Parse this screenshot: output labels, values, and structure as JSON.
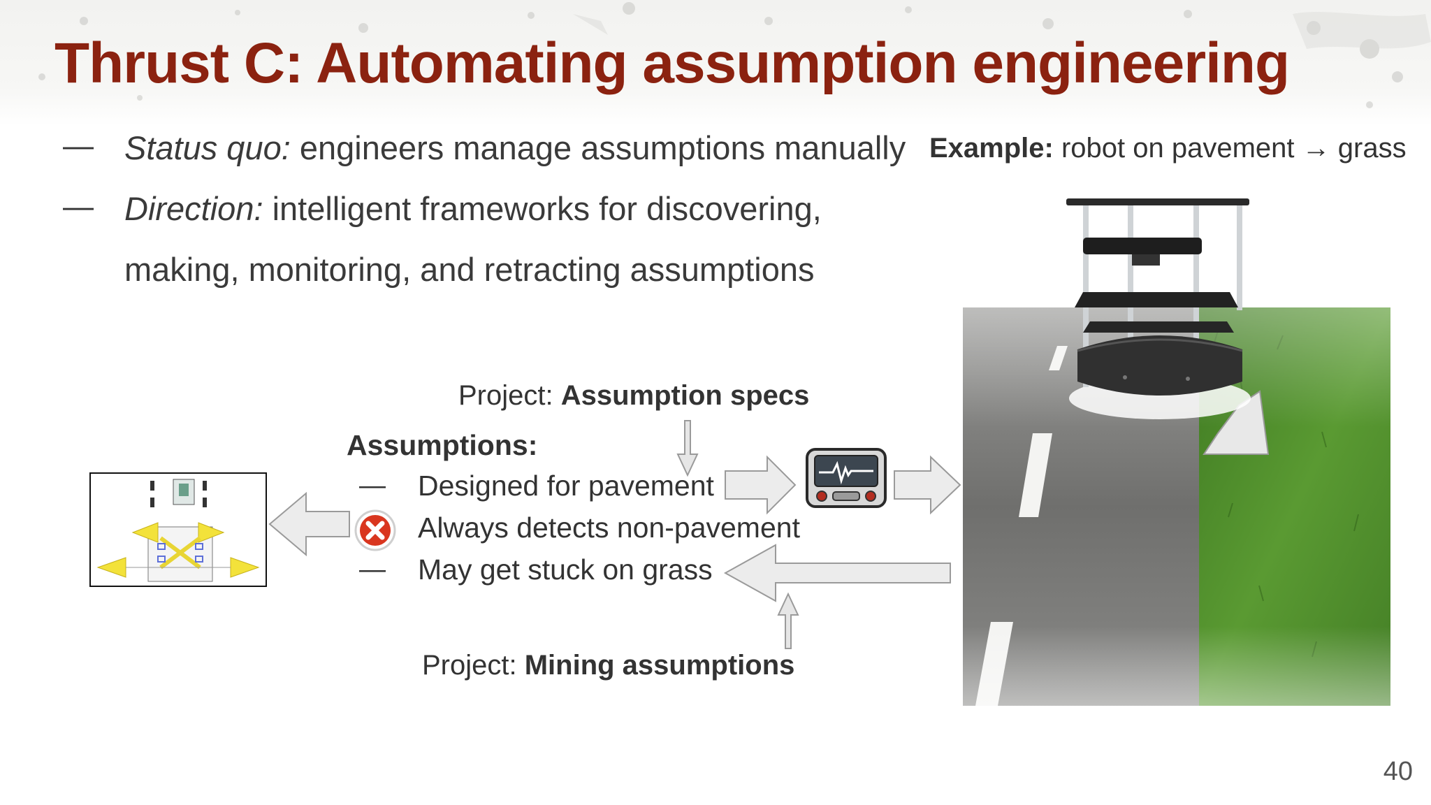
{
  "slide": {
    "title": "Thrust C: Automating assumption engineering",
    "page_number": "40"
  },
  "bullets": {
    "status_quo_label": "Status quo:",
    "status_quo_text": " engineers manage assumptions manually",
    "direction_label": "Direction:",
    "direction_text": " intelligent frameworks for discovering,",
    "direction_text_2": "making, monitoring, and retracting assumptions",
    "dash": "—"
  },
  "example": {
    "label": "Example:",
    "text": " robot on pavement → grass"
  },
  "diagram": {
    "project_specs_prefix": "Project: ",
    "project_specs_name": "Assumption specs",
    "project_mining_prefix": "Project: ",
    "project_mining_name": "Mining assumptions",
    "assumptions_heading": "Assumptions:",
    "items": [
      "Designed for pavement",
      "Always detects non-pavement",
      "May get stuck on grass"
    ],
    "dash": "—"
  },
  "icons": {
    "monitor": "monitor-icon",
    "error": "error-x-icon",
    "robot": "robot-icon",
    "schematic": "system-schematic-icon"
  },
  "colors": {
    "title": "#8b2210",
    "text": "#333333",
    "arrow_fill": "#e8e8e8",
    "arrow_stroke": "#9a9a9a",
    "error_red": "#d9361f",
    "grass": "#4f8d2c",
    "pavement": "#7a7a78"
  }
}
